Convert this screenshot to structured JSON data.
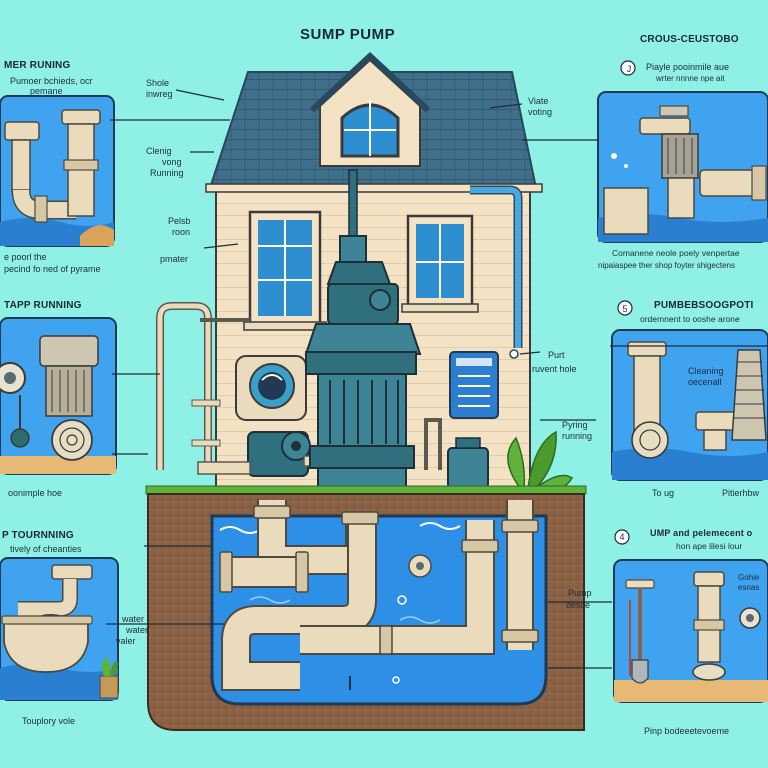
{
  "title": "SUMP PUMP",
  "left_panels": {
    "p1": {
      "heading": "MER RUNING",
      "desc_1": "Pumoer bchieds, ocr",
      "desc_2": "pemane",
      "caption_1": "e poorl the",
      "caption_2": "pecind fo ned of pyrame"
    },
    "p2": {
      "heading": "TAPP RUNNING",
      "caption": "oonimple hoe"
    },
    "p3": {
      "heading": "P TOURNNING",
      "desc": "tively of cheanties",
      "caption": "Touplory vole"
    }
  },
  "right_panels": {
    "p1": {
      "heading": "CROUS-CEUSTOBO",
      "badge": "J",
      "desc_1": "Piayle pooinmile aue",
      "desc_2": "wrter nnnne npe ait",
      "caption_1": "Comanene neole poely venpertae",
      "caption_2": "nipaiaspee ther shop foyter shigectens"
    },
    "p2": {
      "heading": "PUMBEBSOOGPOTI",
      "badge": "5",
      "desc": "ordemnent to ooshe arone",
      "inner_label_1": "Cleaning",
      "inner_label_2": "oecenall",
      "caption_left": "To ug",
      "caption_right": "Pitierhbw"
    },
    "p3": {
      "heading": "UMP and pelemecent o",
      "badge": "4",
      "desc": "hon ape lilesi lour",
      "inner_label_1": "Gohie",
      "inner_label_2": "esnas",
      "caption": "Pinp bodeeetevoeme"
    }
  },
  "callouts": {
    "shole": [
      "Shole",
      "inwreg"
    ],
    "cleanig": [
      "Clenig",
      "vong",
      "Running"
    ],
    "polish": [
      "Pelsb",
      "roon"
    ],
    "pmater": "pmater",
    "viate": [
      "Viate",
      "voting"
    ],
    "purt": [
      "Purt",
      "ruvent hole"
    ],
    "pyring": [
      "Pyring",
      "running"
    ],
    "water": [
      "water",
      "water",
      "valer"
    ],
    "pump_oesce": [
      "Pump",
      "oesce"
    ]
  },
  "colors": {
    "background": "#8ff0e6",
    "house_wall": "#f4e2c4",
    "roof": "#3f6f8a",
    "pump_body": "#2f6f7e",
    "pipe": "#eadbbd",
    "water": "#2d8fe6",
    "soil": "#8a6144",
    "accent_green": "#5fb23a"
  },
  "icons": [
    "house-icon",
    "sump-pump-icon",
    "pipe-icon",
    "window-icon",
    "pressure-gauge-icon",
    "control-panel-icon",
    "plant-icon",
    "shovel-icon",
    "valve-icon"
  ]
}
